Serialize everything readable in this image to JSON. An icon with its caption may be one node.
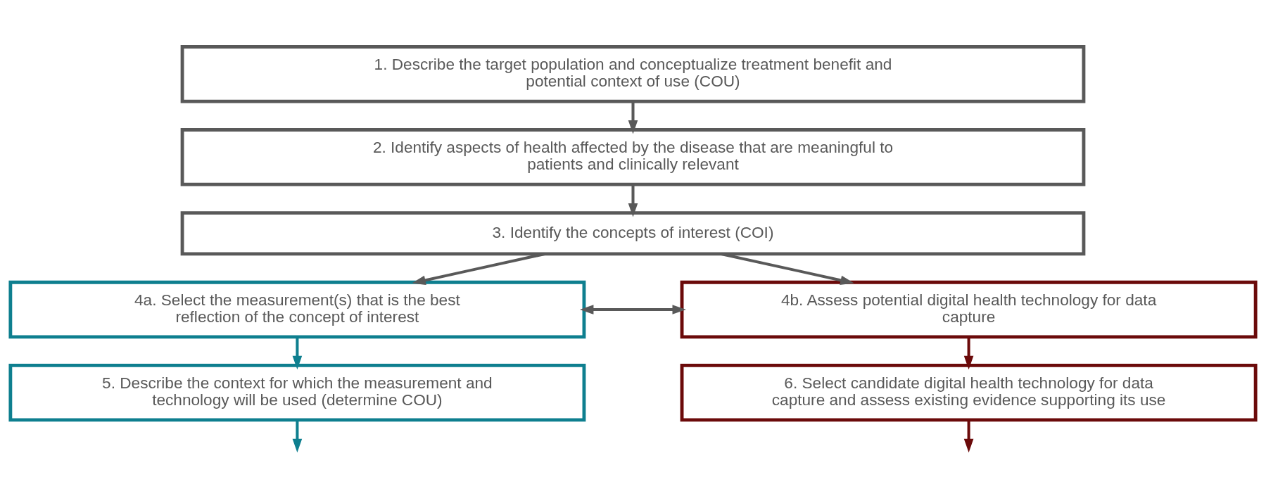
{
  "diagram": {
    "nodes": [
      {
        "text": [
          "1. Describe the target population and conceptualize treatment benefit and potential context of use (COU)"
        ]
      },
      {
        "text": [
          "2. Identify aspects of health affected by the disease that are meaningful to patients and clinically relevant"
        ]
      },
      {
        "text": [
          "3. Identify the concepts of interest (COI)"
        ]
      },
      {
        "text": [
          "4a. Select the measurement(s) that is the best reflection of the concept of interest"
        ]
      },
      {
        "text": [
          "4b. Assess potential digital health technology for data capture"
        ]
      },
      {
        "text": [
          "5. Describe the context for which the measurement and technology will be used (determine COU)"
        ]
      },
      {
        "text": [
          "6. Select candidate digital health technology for data capture and assess existing evidence supporting its use"
        ]
      }
    ],
    "edges": [
      {
        "from": 0,
        "to": 1,
        "arrow": "to"
      },
      {
        "from": 1,
        "to": 2,
        "arrow": "to"
      },
      {
        "from": 2,
        "to": 3,
        "arrow": "to"
      },
      {
        "from": 2,
        "to": 4,
        "arrow": "to"
      },
      {
        "from": 3,
        "to": 4,
        "arrow": "both"
      },
      {
        "from": 3,
        "to": 5,
        "arrow": "to",
        "color": "#0e7f8f"
      },
      {
        "from": 4,
        "to": 6,
        "arrow": "to",
        "color": "#6b0a0a"
      },
      {
        "from": 5,
        "to": null,
        "arrow": "to",
        "color": "#0e7f8f"
      },
      {
        "from": 6,
        "to": null,
        "arrow": "to",
        "color": "#6b0a0a"
      }
    ]
  }
}
